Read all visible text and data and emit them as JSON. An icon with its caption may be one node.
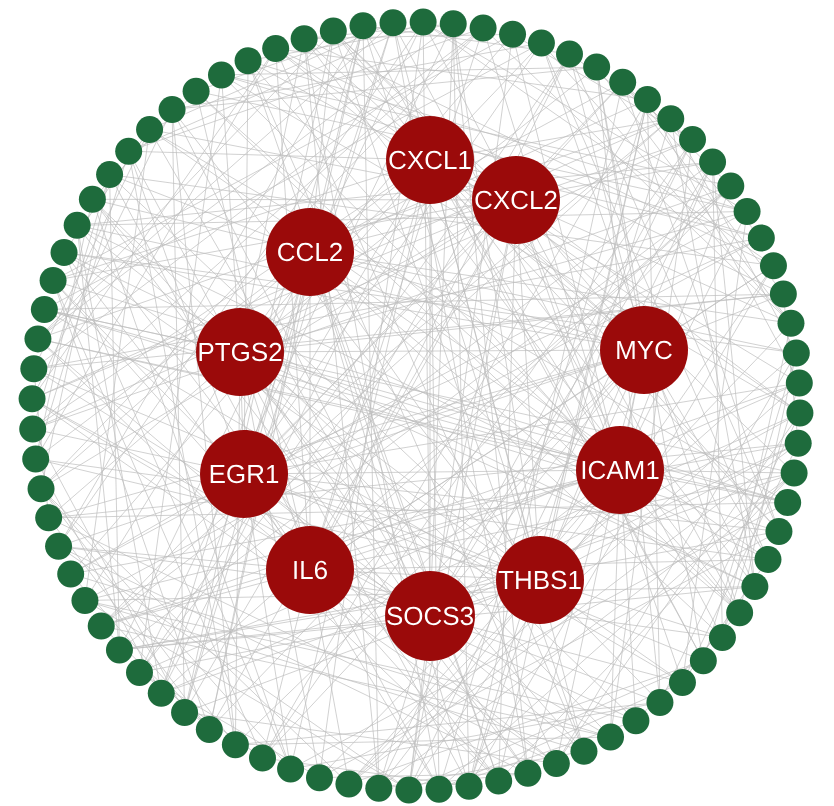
{
  "diagram": {
    "nodes": [
      {
        "text": [
          "CXCL1"
        ]
      },
      {
        "text": [
          "CCL2"
        ]
      },
      {
        "text": [
          "CXCL2"
        ]
      },
      {
        "text": [
          "PTGS2"
        ]
      },
      {
        "text": [
          "MYC"
        ]
      },
      {
        "text": [
          "EGR1"
        ]
      },
      {
        "text": [
          "ICAM1"
        ]
      },
      {
        "text": [
          "IL6"
        ]
      },
      {
        "text": [
          "THBS1"
        ]
      },
      {
        "text": [
          "SOCS3"
        ]
      },
      {
        "text": [],
        "shape": "circle"
      },
      {
        "text": [],
        "shape": "circle"
      },
      {
        "text": [],
        "shape": "circle"
      },
      {
        "text": [],
        "shape": "circle"
      },
      {
        "text": [],
        "shape": "circle"
      },
      {
        "text": [],
        "shape": "circle"
      },
      {
        "text": [],
        "shape": "circle"
      },
      {
        "text": [],
        "shape": "circle"
      },
      {
        "text": [],
        "shape": "circle"
      },
      {
        "text": [],
        "shape": "circle"
      },
      {
        "text": [],
        "shape": "circle"
      },
      {
        "text": [],
        "shape": "circle"
      },
      {
        "text": [],
        "shape": "circle"
      },
      {
        "text": [],
        "shape": "circle"
      },
      {
        "text": [],
        "shape": "circle"
      },
      {
        "text": [],
        "shape": "circle"
      },
      {
        "text": [],
        "shape": "circle"
      },
      {
        "text": [],
        "shape": "circle"
      },
      {
        "text": [],
        "shape": "circle"
      },
      {
        "text": [],
        "shape": "circle"
      },
      {
        "text": [],
        "shape": "circle"
      },
      {
        "text": [],
        "shape": "circle"
      },
      {
        "text": [],
        "shape": "circle"
      },
      {
        "text": [],
        "shape": "circle"
      },
      {
        "text": [],
        "shape": "circle"
      },
      {
        "text": [],
        "shape": "circle"
      },
      {
        "text": [],
        "shape": "circle"
      },
      {
        "text": [],
        "shape": "circle"
      },
      {
        "text": [],
        "shape": "circle"
      },
      {
        "text": [],
        "shape": "circle"
      },
      {
        "text": [],
        "shape": "circle"
      },
      {
        "text": [],
        "shape": "circle"
      },
      {
        "text": [],
        "shape": "circle"
      },
      {
        "text": [],
        "shape": "circle"
      },
      {
        "text": [],
        "shape": "circle"
      },
      {
        "text": [],
        "shape": "circle"
      },
      {
        "text": [],
        "shape": "circle"
      },
      {
        "text": [],
        "shape": "circle"
      },
      {
        "text": [],
        "shape": "circle"
      },
      {
        "text": [],
        "shape": "circle"
      },
      {
        "text": [],
        "shape": "circle"
      },
      {
        "text": [],
        "shape": "circle"
      },
      {
        "text": [],
        "shape": "circle"
      },
      {
        "text": [],
        "shape": "circle"
      },
      {
        "text": [],
        "shape": "circle"
      },
      {
        "text": [],
        "shape": "circle"
      },
      {
        "text": [],
        "shape": "circle"
      },
      {
        "text": [],
        "shape": "circle"
      },
      {
        "text": [],
        "shape": "circle"
      },
      {
        "text": [],
        "shape": "circle"
      },
      {
        "text": [],
        "shape": "circle"
      },
      {
        "text": [],
        "shape": "circle"
      },
      {
        "text": [],
        "shape": "circle"
      },
      {
        "text": [],
        "shape": "circle"
      },
      {
        "text": [],
        "shape": "circle"
      },
      {
        "text": [],
        "shape": "circle"
      },
      {
        "text": [],
        "shape": "circle"
      },
      {
        "text": [],
        "shape": "circle"
      },
      {
        "text": [],
        "shape": "circle"
      },
      {
        "text": [],
        "shape": "circle"
      },
      {
        "text": [],
        "shape": "circle"
      },
      {
        "text": [],
        "shape": "circle"
      },
      {
        "text": [],
        "shape": "circle"
      },
      {
        "text": [],
        "shape": "circle"
      },
      {
        "text": [],
        "shape": "circle"
      },
      {
        "text": [],
        "shape": "circle"
      },
      {
        "text": [],
        "shape": "circle"
      },
      {
        "text": [],
        "shape": "circle"
      },
      {
        "text": [],
        "shape": "circle"
      },
      {
        "text": [],
        "shape": "circle"
      },
      {
        "text": [],
        "shape": "circle"
      },
      {
        "text": [],
        "shape": "circle"
      },
      {
        "text": [],
        "shape": "circle"
      },
      {
        "text": [],
        "shape": "circle"
      },
      {
        "text": [],
        "shape": "circle"
      },
      {
        "text": [],
        "shape": "circle"
      },
      {
        "text": [],
        "shape": "circle"
      },
      {
        "text": [],
        "shape": "circle"
      },
      {
        "text": [],
        "shape": "circle"
      },
      {
        "text": [],
        "shape": "circle"
      }
    ]
  }
}
